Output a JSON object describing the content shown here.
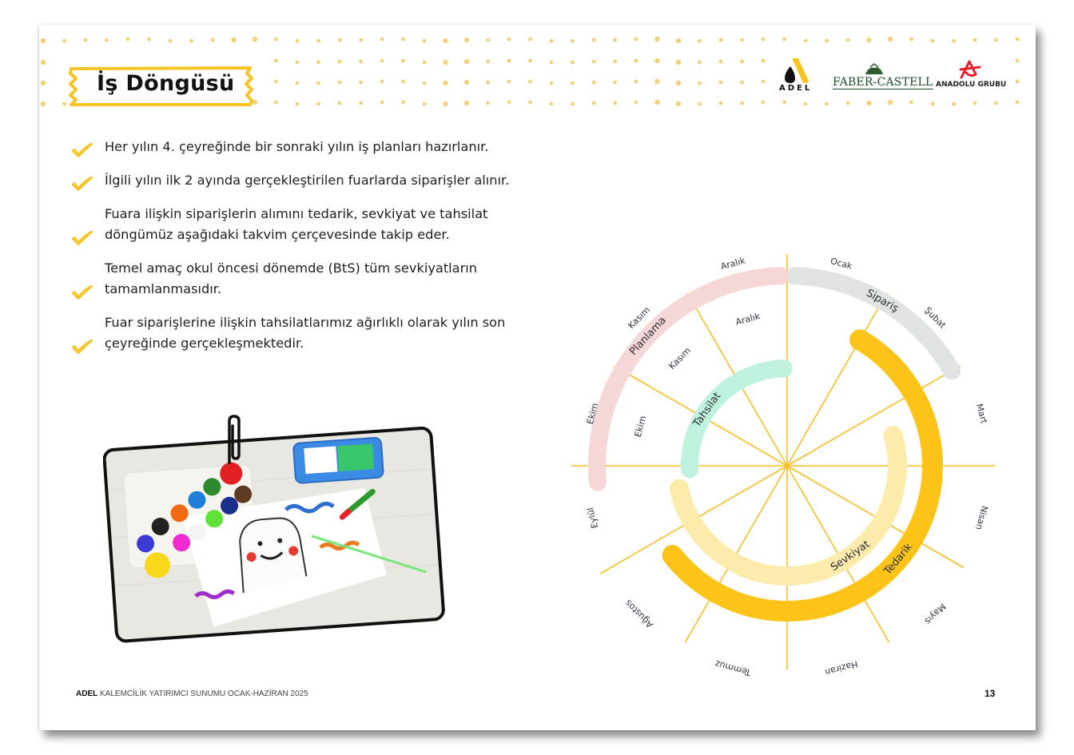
{
  "page": {
    "title": "İş Döngüsü",
    "page_number": "13",
    "footer": {
      "brand": "ADEL",
      "text": "KALEMCİLİK YATIRIMCI SUNUMU OCAK-HAZİRAN 2025"
    }
  },
  "logos": {
    "adel": "ADEL",
    "faber_castell": "FABER-CASTELL",
    "anadolu": "ANADOLU GRUBU"
  },
  "bullets": [
    {
      "icon": "check-icon",
      "lines": [
        "Her yılın 4. çeyreğinde bir sonraki yılın iş planları hazırlanır."
      ]
    },
    {
      "icon": "check-icon",
      "lines": [
        "İlgili yılın ilk 2 ayında gerçekleştirilen fuarlarda siparişler alınır."
      ]
    },
    {
      "icon": "check-icon",
      "lines": [
        "Fuara ilişkin siparişlerin alımını tedarik, sevkiyat ve tahsilat",
        "döngümüz aşağıdaki takvim çerçevesinde takip eder."
      ]
    },
    {
      "icon": "check-icon",
      "lines": [
        "Temel amaç okul öncesi dönemde (BtS) tüm sevkiyatların",
        "tamamlanmasıdır."
      ]
    },
    {
      "icon": "check-icon",
      "lines": [
        "Fuar siparişlerine ilişkin tahsilatlarımız ağırlıklı olarak yılın son",
        "çeyreğinde gerçekleşmektedir."
      ]
    }
  ],
  "photo": {
    "description": "Watercolor paint set, brush and child's drawing, attached with paperclip",
    "icon": "paperclip-icon"
  },
  "cycle": {
    "months": [
      "Ocak",
      "Şubat",
      "Mart",
      "Nisan",
      "Mayıs",
      "Haziran",
      "Temmuz",
      "Ağustos",
      "Eylül",
      "Ekim",
      "Kasım",
      "Aralık"
    ],
    "inner_months": [
      "Aralık",
      "Kasım",
      "Ekim"
    ],
    "phases": [
      {
        "name": "Sipariş",
        "color": "#dfe3e2"
      },
      {
        "name": "Planlama",
        "color": "#f6d7d7"
      },
      {
        "name": "Tahsilat",
        "color": "#bff2dc"
      },
      {
        "name": "Tedarik",
        "color": "#fcc419"
      },
      {
        "name": "Sevkiyat",
        "color": "#fcebaa"
      }
    ],
    "spoke_color": "#f5be22"
  },
  "colors": {
    "accent_yellow": "#f6c525",
    "dot_color": "#f1d27c",
    "text": "#1e1e1e"
  }
}
